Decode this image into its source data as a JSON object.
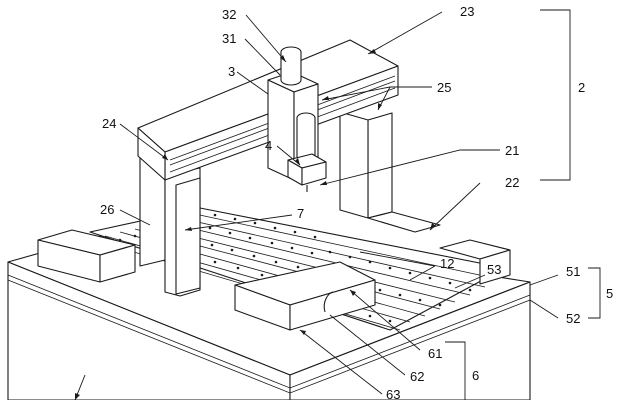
{
  "labels": {
    "l32": "32",
    "l31": "31",
    "l3": "3",
    "l23": "23",
    "l25": "25",
    "l2": "2",
    "l24": "24",
    "l4": "4",
    "l21": "21",
    "l22": "22",
    "l26": "26",
    "l7": "7",
    "l12": "12",
    "l53": "53",
    "l51": "51",
    "l5": "5",
    "l52": "52",
    "l61": "61",
    "l62": "62",
    "l6": "6",
    "l63": "63"
  }
}
